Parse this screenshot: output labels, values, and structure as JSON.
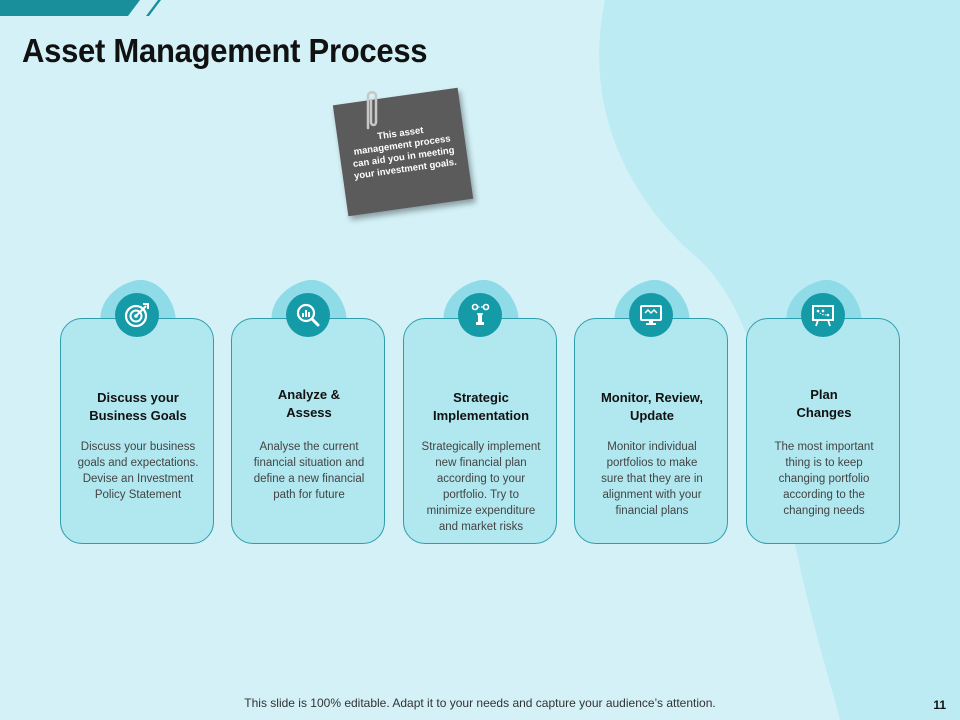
{
  "title": "Asset Management Process",
  "note": "This asset management process can aid you in meeting your investment goals.",
  "steps": [
    {
      "title_lines": [
        "Discuss your",
        "Business Goals"
      ],
      "desc_lines": [
        "Discuss your business",
        "goals and expectations.",
        "Devise an Investment",
        "Policy Statement"
      ],
      "icon": "target-icon"
    },
    {
      "title_lines": [
        "Analyze &",
        "Assess"
      ],
      "desc_lines": [
        "Analyse the current",
        "financial situation and",
        "define a new financial",
        "path for future"
      ],
      "icon": "magnifier-chart-icon"
    },
    {
      "title_lines": [
        "Strategic",
        "Implementation"
      ],
      "desc_lines": [
        "Strategically implement",
        "new financial plan",
        "according to your",
        "portfolio. Try to",
        "minimize expenditure",
        "and market risks"
      ],
      "icon": "chess-strategy-icon"
    },
    {
      "title_lines": [
        "Monitor, Review,",
        "Update"
      ],
      "desc_lines": [
        "Monitor individual",
        "portfolios to make",
        "sure that they are in",
        "alignment with your",
        "financial plans"
      ],
      "icon": "monitor-icon"
    },
    {
      "title_lines": [
        "Plan",
        "Changes"
      ],
      "desc_lines": [
        "The most important",
        "thing is to keep",
        "changing portfolio",
        "according to the",
        "changing needs"
      ],
      "icon": "whiteboard-plan-icon"
    }
  ],
  "footer": "This slide is 100% editable. Adapt it to your needs and capture your audience’s attention.",
  "page_number": "11",
  "colors": {
    "background": "#d3f1f7",
    "wave": "#bdebf3",
    "card": "#b1e7ef",
    "card_border": "#2f9eac",
    "icon": "#159aa7",
    "accent_bar": "#1a8f9c"
  }
}
